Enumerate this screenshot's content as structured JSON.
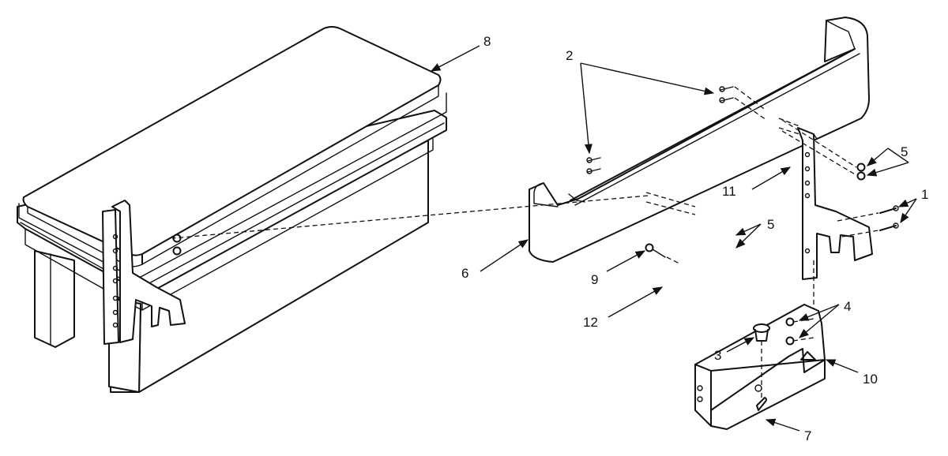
{
  "callouts": {
    "c1": "1",
    "c2": "2",
    "c3": "3",
    "c4": "4",
    "c5a": "5",
    "c5b": "5",
    "c6": "6",
    "c7": "7",
    "c8": "8",
    "c9": "9",
    "c10": "10",
    "c11": "11",
    "c12": "12"
  }
}
